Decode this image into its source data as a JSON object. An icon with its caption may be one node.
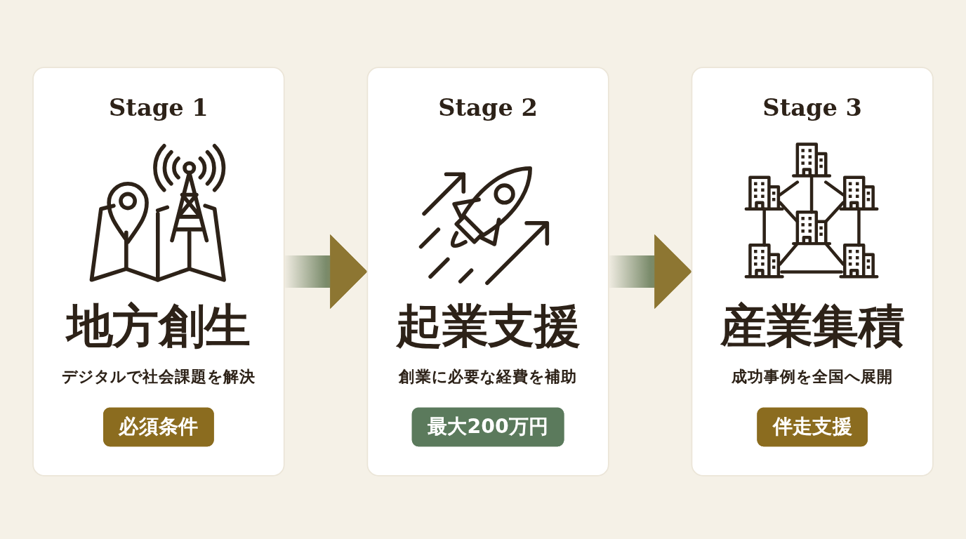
{
  "diagram": {
    "nodes": [
      {
        "text": [
          "Stage 1",
          "地方創生",
          "デジタルで社会課題を解決"
        ]
      },
      {
        "text": [
          "必須条件"
        ],
        "in": 0
      },
      {
        "text": [
          "Stage 2",
          "起業支援",
          "創業に必要な経費を補助"
        ]
      },
      {
        "text": [
          "最大200万円"
        ],
        "in": 2
      },
      {
        "text": [
          "Stage 3",
          "産業集積",
          "成功事例を全国へ展開"
        ]
      },
      {
        "text": [
          "伴走支援"
        ],
        "in": 4
      }
    ],
    "edges": [
      {
        "from": 0,
        "to": 2,
        "arrow": "to",
        "style": "thick"
      },
      {
        "from": 2,
        "to": 4,
        "arrow": "to",
        "style": "thick"
      }
    ]
  }
}
